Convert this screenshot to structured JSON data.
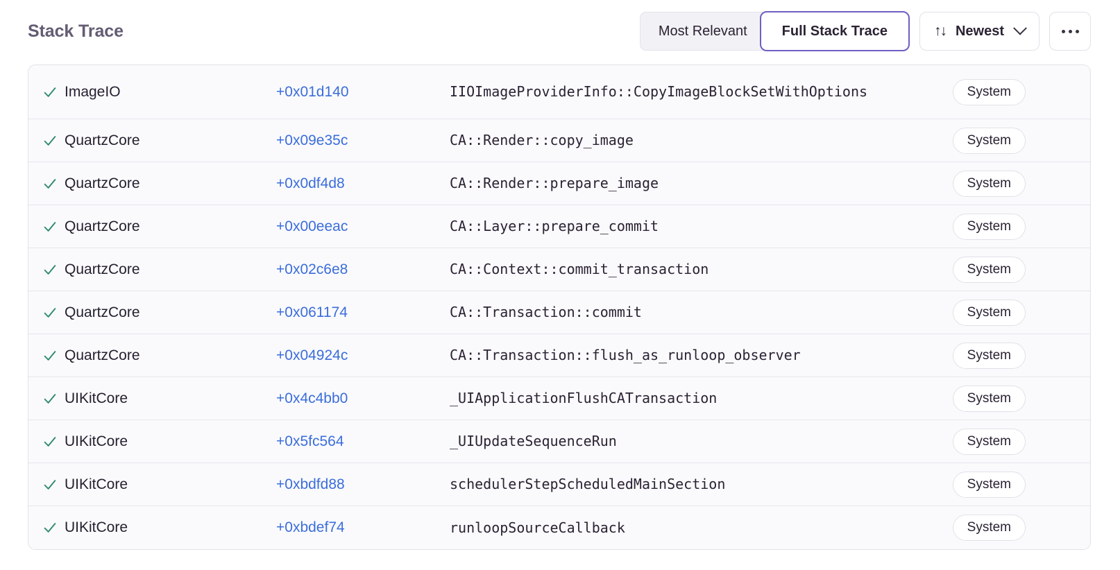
{
  "header": {
    "title": "Stack Trace",
    "segmented": {
      "options": [
        "Most Relevant",
        "Full Stack Trace"
      ],
      "selected": "Full Stack Trace"
    },
    "sort": {
      "icon": "sort-arrows-icon",
      "glyph": "↑↓",
      "label": "Newest",
      "chevron": "chevron-down-icon"
    },
    "more": {
      "label": "…",
      "icon": "ellipsis-icon"
    }
  },
  "colors": {
    "accent_purple": "#6e5fc3",
    "link_blue": "#3b6ddb",
    "check_green": "#2e8a6b",
    "title_gray": "#645c73",
    "row_bg": "#fafafc",
    "border": "#e3e1e9"
  },
  "table": {
    "row_icon": "check-icon",
    "rows": [
      {
        "module": "ImageIO",
        "offset": "+0x01d140",
        "symbol": "IIOImageProviderInfo::CopyImageBlockSetWithOptions",
        "badge": "System"
      },
      {
        "module": "QuartzCore",
        "offset": "+0x09e35c",
        "symbol": "CA::Render::copy_image",
        "badge": "System"
      },
      {
        "module": "QuartzCore",
        "offset": "+0x0df4d8",
        "symbol": "CA::Render::prepare_image",
        "badge": "System"
      },
      {
        "module": "QuartzCore",
        "offset": "+0x00eeac",
        "symbol": "CA::Layer::prepare_commit",
        "badge": "System"
      },
      {
        "module": "QuartzCore",
        "offset": "+0x02c6e8",
        "symbol": "CA::Context::commit_transaction",
        "badge": "System"
      },
      {
        "module": "QuartzCore",
        "offset": "+0x061174",
        "symbol": "CA::Transaction::commit",
        "badge": "System"
      },
      {
        "module": "QuartzCore",
        "offset": "+0x04924c",
        "symbol": "CA::Transaction::flush_as_runloop_observer",
        "badge": "System"
      },
      {
        "module": "UIKitCore",
        "offset": "+0x4c4bb0",
        "symbol": "_UIApplicationFlushCATransaction",
        "badge": "System"
      },
      {
        "module": "UIKitCore",
        "offset": "+0x5fc564",
        "symbol": "_UIUpdateSequenceRun",
        "badge": "System"
      },
      {
        "module": "UIKitCore",
        "offset": "+0xbdfd88",
        "symbol": "schedulerStepScheduledMainSection",
        "badge": "System"
      },
      {
        "module": "UIKitCore",
        "offset": "+0xbdef74",
        "symbol": "runloopSourceCallback",
        "badge": "System"
      }
    ]
  }
}
